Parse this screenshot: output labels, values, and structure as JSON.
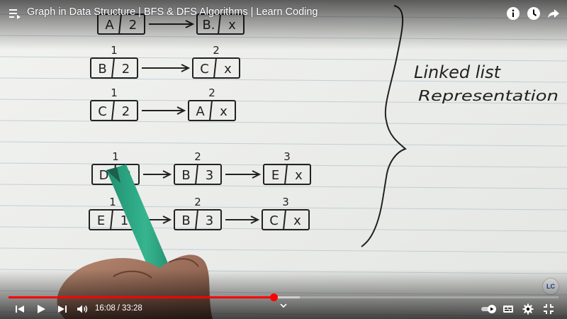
{
  "video": {
    "title": "Graph in Data Structure | BFS & DFS Algorithms | Learn Coding"
  },
  "top_actions": [
    "info-icon",
    "watch-later-icon",
    "share-icon"
  ],
  "notebook": {
    "rows": [
      {
        "nodes": [
          {
            "index": "",
            "cells": [
              "A",
              "2"
            ]
          },
          {
            "index": "",
            "cells": [
              "B.",
              "x"
            ]
          }
        ]
      },
      {
        "nodes": [
          {
            "index": "1",
            "cells": [
              "B",
              "2"
            ]
          },
          {
            "index": "2",
            "cells": [
              "C",
              "x"
            ]
          }
        ]
      },
      {
        "nodes": [
          {
            "index": "1",
            "cells": [
              "C",
              "2"
            ]
          },
          {
            "index": "2",
            "cells": [
              "A",
              "x"
            ]
          }
        ]
      },
      {
        "nodes": [
          {
            "index": "1",
            "cells": [
              "D",
              "2"
            ]
          },
          {
            "index": "2",
            "cells": [
              "B",
              "3"
            ]
          },
          {
            "index": "3",
            "cells": [
              "E",
              "x"
            ]
          }
        ]
      },
      {
        "nodes": [
          {
            "index": "1",
            "cells": [
              "E",
              "1"
            ]
          },
          {
            "index": "2",
            "cells": [
              "B",
              "3"
            ]
          },
          {
            "index": "3",
            "cells": [
              "C",
              "x"
            ]
          }
        ]
      }
    ],
    "note_line1": "Linked list",
    "note_line2": "Representation"
  },
  "player": {
    "current_time": "16:08",
    "separator": "/",
    "duration": "33:28",
    "played_fraction": 0.482,
    "loaded_fraction": 0.53,
    "autoplay_on": true,
    "channel_badge": "LC",
    "accent_color": "#ff0000"
  }
}
